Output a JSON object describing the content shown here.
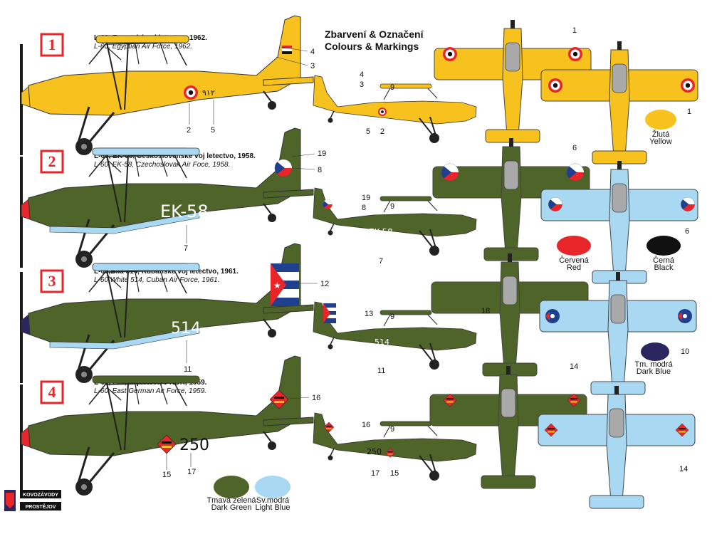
{
  "header": {
    "title_cs": "Zbarvení & Označení",
    "title_en": "Colours & Markings"
  },
  "colors": {
    "yellow": "#F7C21E",
    "dark_green": "#4E6428",
    "light_blue": "#A9D8F2",
    "red": "#E8262A",
    "black": "#111111",
    "dark_blue": "#2B2560"
  },
  "schemes": [
    {
      "number": "1",
      "line1": "L-60, Egyptské voj letectvo, 1962.",
      "line2": "L-60, Egyptian Air Force, 1962.",
      "tail_code": "",
      "side_callouts": [
        "4",
        "3",
        "2",
        "5"
      ],
      "small_callouts": [
        "4",
        "3",
        "9",
        "5",
        "2"
      ]
    },
    {
      "number": "2",
      "line1": "L-60, EK-58, Československé voj letectvo, 1958.",
      "line2": "L-60, EK-58, Czechoslovak Air Foce, 1958.",
      "tail_code": "EK-58",
      "side_callouts": [
        "19",
        "8",
        "7"
      ],
      "small_callouts": [
        "19",
        "8",
        "9",
        "7"
      ]
    },
    {
      "number": "3",
      "line1": "L-60,Bilá 514, Kubánské voj letectvo, 1961.",
      "line2": "L-60,White 514, Cuban  Air Force, 1961.",
      "tail_code": "514",
      "side_callouts": [
        "12",
        "11"
      ],
      "small_callouts": [
        "13",
        "9",
        "11"
      ]
    },
    {
      "number": "4",
      "line1": "L-60, 250, voj letectvo NDR, 1959.",
      "line2": "L-60, East German Air Force, 1959.",
      "tail_code": "250",
      "side_callouts": [
        "16",
        "15",
        "17"
      ],
      "small_callouts": [
        "16",
        "9",
        "17",
        "15"
      ]
    }
  ],
  "plan_callouts": {
    "p1_top": "1",
    "p1_bottom": "1",
    "p2_top": "6",
    "p2_bottom": "6",
    "p3_top": "18",
    "p3_bottom": "10",
    "p4_top": "14",
    "p4_bottom": "14"
  },
  "swatches": [
    {
      "name_cs": "Žlutá",
      "name_en": "Yellow",
      "color": "#F7C21E"
    },
    {
      "name_cs": "Červená",
      "name_en": "Red",
      "color": "#E8262A"
    },
    {
      "name_cs": "Černá",
      "name_en": "Black",
      "color": "#111111"
    },
    {
      "name_cs": "Tm. modrá",
      "name_en": "Dark Blue",
      "color": "#2B2560"
    },
    {
      "name_cs": "Tmavá zelená",
      "name_en": "Dark Green",
      "color": "#4E6428"
    },
    {
      "name_cs": "Sv.modrá",
      "name_en": "Light Blue",
      "color": "#A9D8F2"
    }
  ],
  "logo": {
    "line1": "KOVOZÁVODY",
    "line2": "PROSTĚJOV"
  }
}
